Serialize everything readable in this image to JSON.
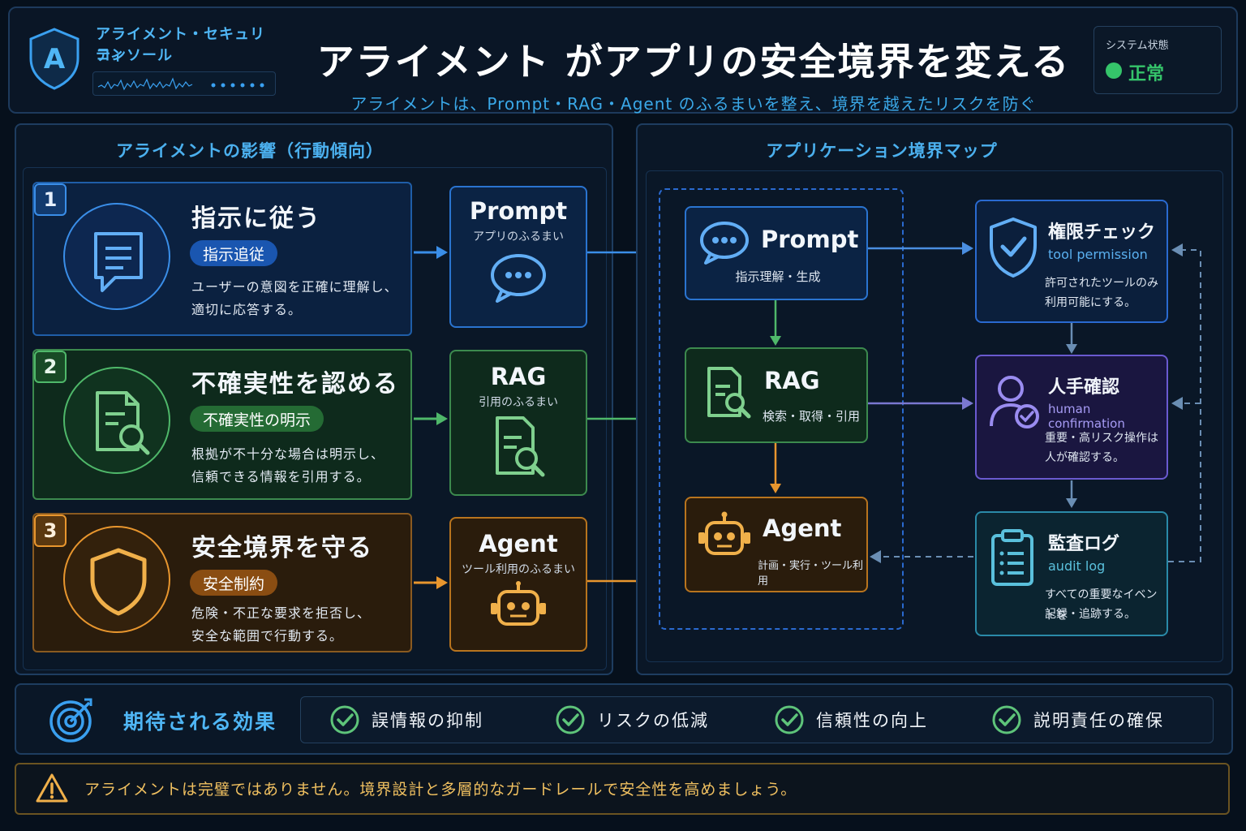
{
  "header": {
    "app_name_line1": "アライメント・セキュリティ",
    "app_name_line2": "コンソール",
    "title": "アライメント がアプリの安全境界を変える",
    "subtitle": "アライメントは、Prompt・RAG・Agent のふるまいを整え、境界を越えたリスクを防ぐ",
    "status_label": "システム状態",
    "status_value": "正常",
    "status_color": "#35c46a"
  },
  "left_panel": {
    "title": "アライメントの影響（行動傾向）",
    "behaviors": [
      {
        "number": "1",
        "title": "指示に従う",
        "tag": "指示追従",
        "desc_line1": "ユーザーの意図を正確に理解し、",
        "desc_line2": "適切に応答する。",
        "icon": "chat-document-icon",
        "color": "#3a8ee8"
      },
      {
        "number": "2",
        "title": "不確実性を認める",
        "tag": "不確実性の明示",
        "desc_line1": "根拠が不十分な場合は明示し、",
        "desc_line2": "信頼できる情報を引用する。",
        "icon": "document-search-icon",
        "color": "#4fb86a"
      },
      {
        "number": "3",
        "title": "安全境界を守る",
        "tag": "安全制約",
        "desc_line1": "危険・不正な要求を拒否し、",
        "desc_line2": "安全な範囲で行動する。",
        "icon": "shield-icon",
        "color": "#e8962e"
      }
    ],
    "apps": [
      {
        "name": "Prompt",
        "sub": "アプリのふるまい",
        "icon": "chat-bubble-icon"
      },
      {
        "name": "RAG",
        "sub": "引用のふるまい",
        "icon": "document-search-icon"
      },
      {
        "name": "Agent",
        "sub": "ツール利用のふるまい",
        "icon": "robot-icon"
      }
    ]
  },
  "right_panel": {
    "title": "アプリケーション境界マップ",
    "nodes": [
      {
        "name": "Prompt",
        "sub": "指示理解・生成",
        "icon": "chat-bubble-icon"
      },
      {
        "name": "RAG",
        "sub": "検索・取得・引用",
        "icon": "document-search-icon"
      },
      {
        "name": "Agent",
        "sub": "計画・実行・ツール利用",
        "icon": "robot-icon"
      }
    ],
    "controls": [
      {
        "name": "権限チェック",
        "en": "tool permission",
        "desc_line1": "許可されたツールのみ",
        "desc_line2": "利用可能にする。",
        "icon": "shield-check-icon"
      },
      {
        "name": "人手確認",
        "en": "human confirmation",
        "desc_line1": "重要・高リスク操作は",
        "desc_line2": "人が確認する。",
        "icon": "user-check-icon"
      },
      {
        "name": "監査ログ",
        "en": "audit log",
        "desc_line1": "すべての重要なイベントを",
        "desc_line2": "記録・追跡する。",
        "icon": "clipboard-icon"
      }
    ]
  },
  "effects": {
    "label": "期待される効果",
    "items": [
      "誤情報の抑制",
      "リスクの低減",
      "信頼性の向上",
      "説明責任の確保"
    ]
  },
  "warning": {
    "text": "アライメントは完璧ではありません。境界設計と多層的なガードレールで安全性を高めましょう。"
  }
}
